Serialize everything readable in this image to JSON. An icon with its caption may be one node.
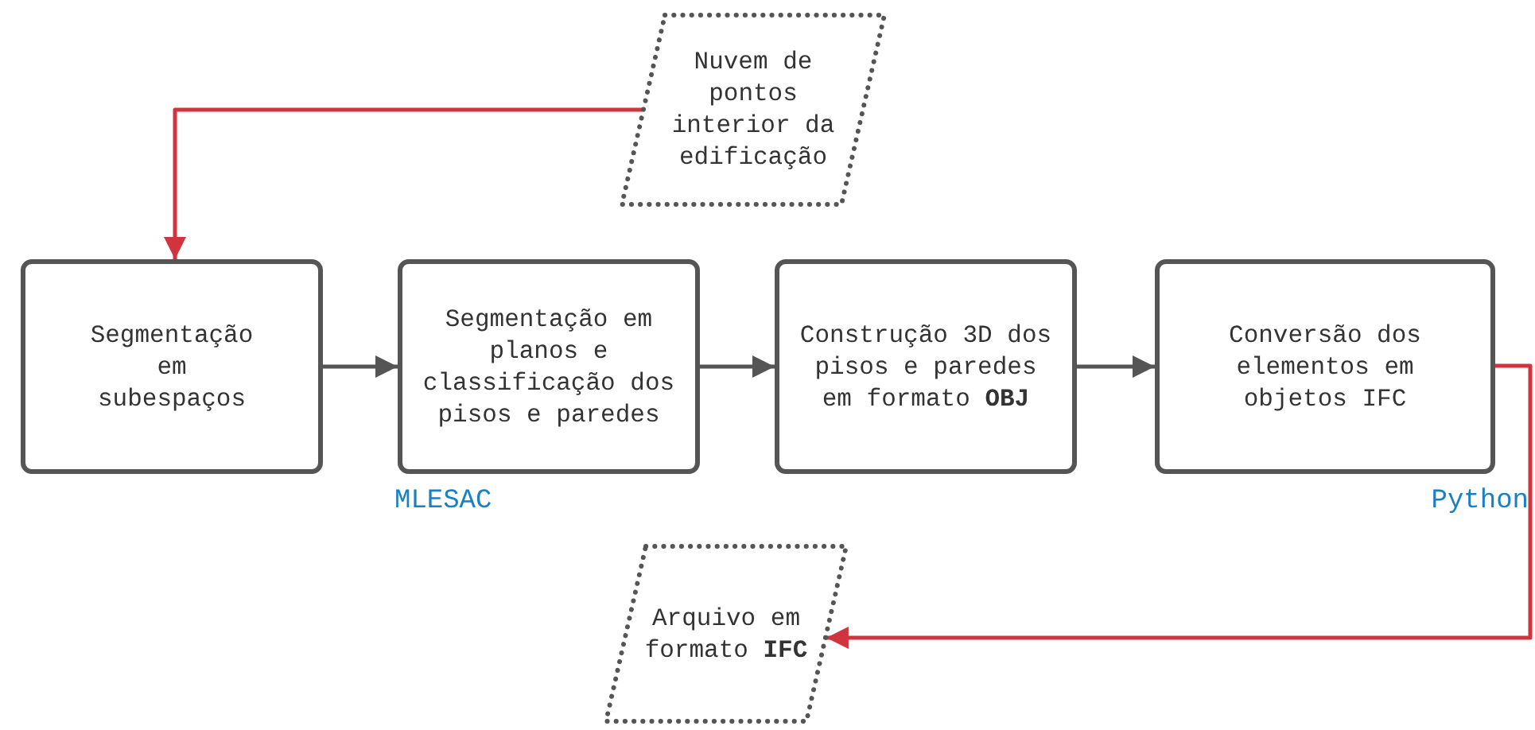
{
  "diagram": {
    "nodes": [
      {
        "text": [
          "Nuvem de pontos interior da edificação"
        ]
      },
      {
        "text": [
          "Segmentação em subespaços"
        ]
      },
      {
        "text": [
          "Segmentação em planos e classificação dos pisos e paredes"
        ]
      },
      {
        "text": [
          "Construção 3D dos pisos e paredes em formato **OBJ**"
        ]
      },
      {
        "text": [
          "Conversão dos elementos em objetos IFC"
        ]
      },
      {
        "text": [
          "Arquivo em formato **IFC**"
        ]
      }
    ],
    "edges": [
      {
        "from": 0,
        "to": 1,
        "arrow": "to",
        "color": "#d0343f"
      },
      {
        "from": 1,
        "to": 2,
        "arrow": "to"
      },
      {
        "from": 2,
        "to": 3,
        "arrow": "to"
      },
      {
        "from": 3,
        "to": 4,
        "arrow": "to"
      },
      {
        "from": 4,
        "to": 5,
        "arrow": "to",
        "color": "#d0343f"
      }
    ],
    "labels": [
      "MLESAC",
      "Python"
    ]
  }
}
